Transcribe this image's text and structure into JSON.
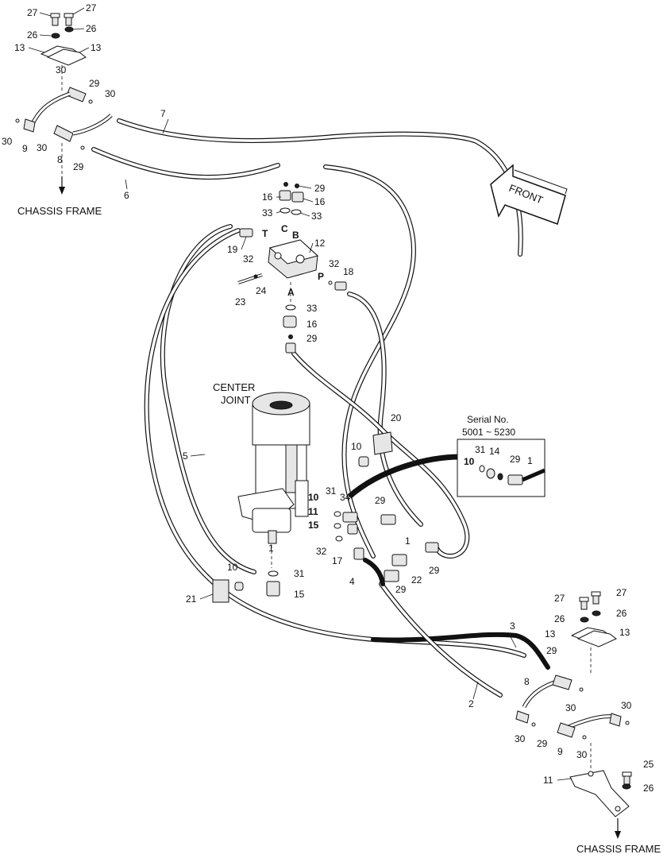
{
  "texts": {
    "chassis_frame_top": "CHASSIS FRAME",
    "chassis_frame_bottom": "CHASSIS FRAME",
    "center_joint_1": "CENTER",
    "center_joint_2": "JOINT",
    "front": "FRONT",
    "serial_1": "Serial No.",
    "serial_2": "5001 ~ 5230",
    "port_t": "T",
    "port_c": "C",
    "port_b": "B",
    "port_p": "P",
    "port_a": "A"
  },
  "callouts": [
    {
      "n": "27"
    },
    {
      "n": "27"
    },
    {
      "n": "26"
    },
    {
      "n": "26"
    },
    {
      "n": "13"
    },
    {
      "n": "13"
    },
    {
      "n": "30"
    },
    {
      "n": "29"
    },
    {
      "n": "30"
    },
    {
      "n": "7"
    },
    {
      "n": "30"
    },
    {
      "n": "9"
    },
    {
      "n": "30"
    },
    {
      "n": "8"
    },
    {
      "n": "29"
    },
    {
      "n": "6"
    },
    {
      "n": "29"
    },
    {
      "n": "16"
    },
    {
      "n": "16"
    },
    {
      "n": "33"
    },
    {
      "n": "33"
    },
    {
      "n": "12"
    },
    {
      "n": "19"
    },
    {
      "n": "32"
    },
    {
      "n": "32"
    },
    {
      "n": "18"
    },
    {
      "n": "24"
    },
    {
      "n": "23"
    },
    {
      "n": "33"
    },
    {
      "n": "16"
    },
    {
      "n": "29"
    },
    {
      "n": "20"
    },
    {
      "n": "10"
    },
    {
      "n": "5"
    },
    {
      "n": "31"
    },
    {
      "n": "10"
    },
    {
      "n": "14"
    },
    {
      "n": "29"
    },
    {
      "n": "1"
    },
    {
      "n": "10"
    },
    {
      "n": "31"
    },
    {
      "n": "34"
    },
    {
      "n": "29"
    },
    {
      "n": "11"
    },
    {
      "n": "15"
    },
    {
      "n": "1"
    },
    {
      "n": "32"
    },
    {
      "n": "17"
    },
    {
      "n": "1"
    },
    {
      "n": "29"
    },
    {
      "n": "22"
    },
    {
      "n": "10"
    },
    {
      "n": "31"
    },
    {
      "n": "4"
    },
    {
      "n": "29"
    },
    {
      "n": "21"
    },
    {
      "n": "15"
    },
    {
      "n": "27"
    },
    {
      "n": "27"
    },
    {
      "n": "26"
    },
    {
      "n": "26"
    },
    {
      "n": "13"
    },
    {
      "n": "13"
    },
    {
      "n": "3"
    },
    {
      "n": "29"
    },
    {
      "n": "8"
    },
    {
      "n": "30"
    },
    {
      "n": "2"
    },
    {
      "n": "30"
    },
    {
      "n": "30"
    },
    {
      "n": "29"
    },
    {
      "n": "9"
    },
    {
      "n": "30"
    },
    {
      "n": "25"
    },
    {
      "n": "11"
    },
    {
      "n": "26"
    }
  ]
}
